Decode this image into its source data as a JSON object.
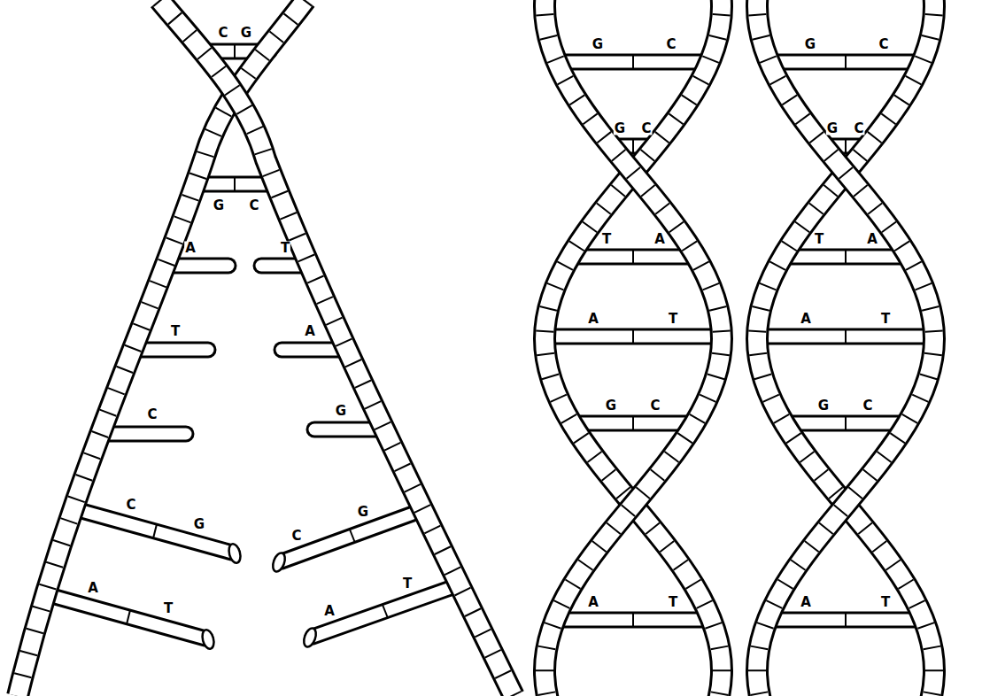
{
  "diagram": {
    "labels": [
      "C",
      "G",
      "G",
      "C",
      "A",
      "T",
      "T",
      "A",
      "C",
      "G",
      "C",
      "G",
      "C",
      "G",
      "A",
      "T",
      "A",
      "T",
      "G",
      "C",
      "G",
      "C",
      "T",
      "A",
      "A",
      "T",
      "G",
      "C",
      "A",
      "T",
      "G",
      "C",
      "G",
      "C",
      "T",
      "A",
      "A",
      "T",
      "G",
      "C",
      "A",
      "T"
    ]
  }
}
